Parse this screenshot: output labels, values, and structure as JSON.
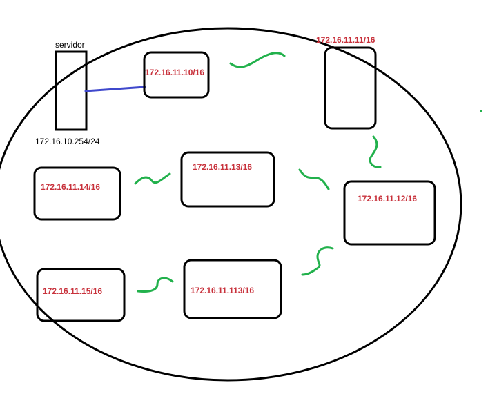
{
  "colors": {
    "outline": "#000000",
    "ip_text": "#c8323c",
    "wireless": "#22b14c",
    "wired": "#3f48cc"
  },
  "server": {
    "name": "servidor",
    "ip": "172.16.10.254/24"
  },
  "nodes": [
    {
      "id": "n10",
      "label": "172.16.11.10/16"
    },
    {
      "id": "n11",
      "label": "172.16.11.11/16"
    },
    {
      "id": "n12",
      "label": "172.16.11.12/16"
    },
    {
      "id": "n13",
      "label": "172.16.11.13/16"
    },
    {
      "id": "n14",
      "label": "172.16.11.14/16"
    },
    {
      "id": "n15",
      "label": "172.16.11.15/16"
    },
    {
      "id": "n113",
      "label": "172.16.11.113/16"
    }
  ]
}
